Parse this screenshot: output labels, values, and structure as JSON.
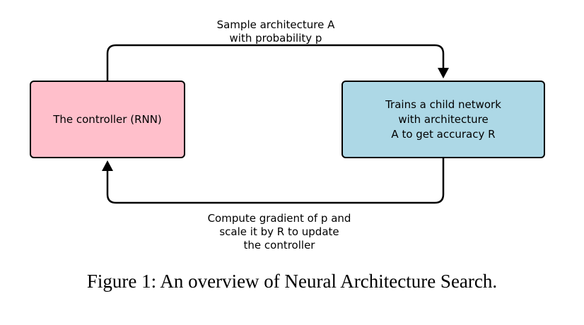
{
  "nodes": {
    "controller": {
      "label": "The controller (RNN)",
      "fill": "#ffbfcb"
    },
    "child_network": {
      "label": "Trains a child network\nwith architecture\nA to get accuracy R",
      "fill": "#add8e6"
    }
  },
  "edges": {
    "top": {
      "label": "Sample architecture A\nwith probability p"
    },
    "bottom": {
      "label": "Compute gradient of p and\nscale it by R to update\nthe controller"
    }
  },
  "caption": "Figure 1: An overview of Neural Architecture Search."
}
